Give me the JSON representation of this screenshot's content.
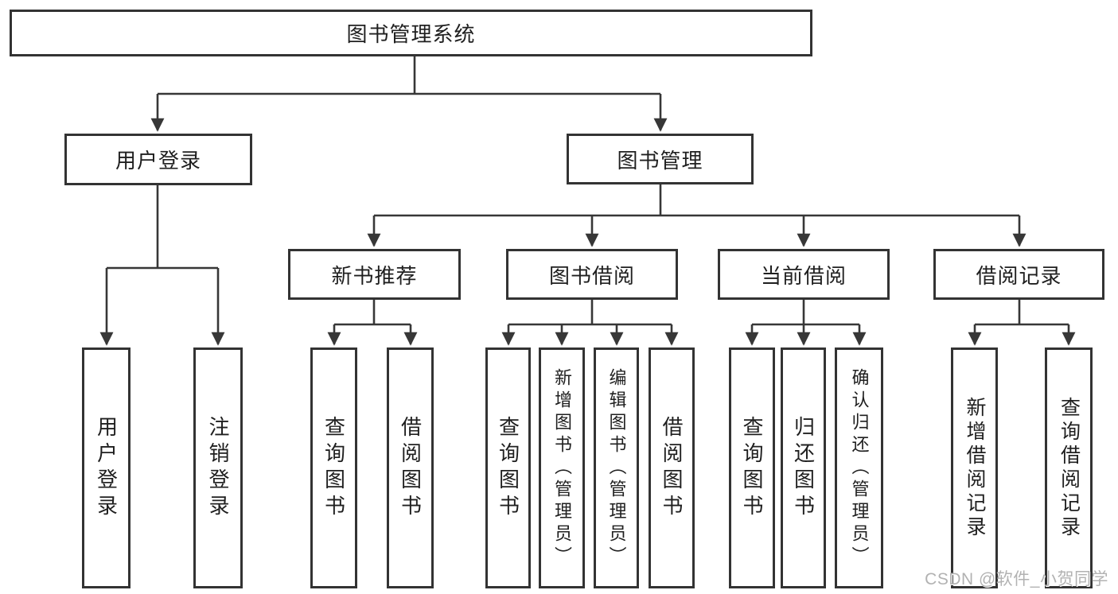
{
  "watermark": "CSDN @软件_小贺同学",
  "colors": {
    "background": "#ffffff",
    "line": "#373737",
    "box_border": "#333333",
    "text": "#1f1f1f",
    "watermark": "#b2b2b2"
  },
  "tree": {
    "root": {
      "label": "图书管理系统"
    },
    "branches": [
      {
        "label": "用户登录",
        "children": [
          {
            "label": "用户登录"
          },
          {
            "label": "注销登录"
          }
        ]
      },
      {
        "label": "图书管理",
        "children": [
          {
            "label": "新书推荐",
            "children": [
              {
                "label": "查询图书"
              },
              {
                "label": "借阅图书"
              }
            ]
          },
          {
            "label": "图书借阅",
            "children": [
              {
                "label": "查询图书"
              },
              {
                "label": "新增图书（管理员）"
              },
              {
                "label": "编辑图书（管理员）"
              },
              {
                "label": "借阅图书"
              }
            ]
          },
          {
            "label": "当前借阅",
            "children": [
              {
                "label": "查询图书"
              },
              {
                "label": "归还图书"
              },
              {
                "label": "确认归还（管理员）"
              }
            ]
          },
          {
            "label": "借阅记录",
            "children": [
              {
                "label": "新增借阅记录"
              },
              {
                "label": "查询借阅记录"
              }
            ]
          }
        ]
      }
    ]
  }
}
